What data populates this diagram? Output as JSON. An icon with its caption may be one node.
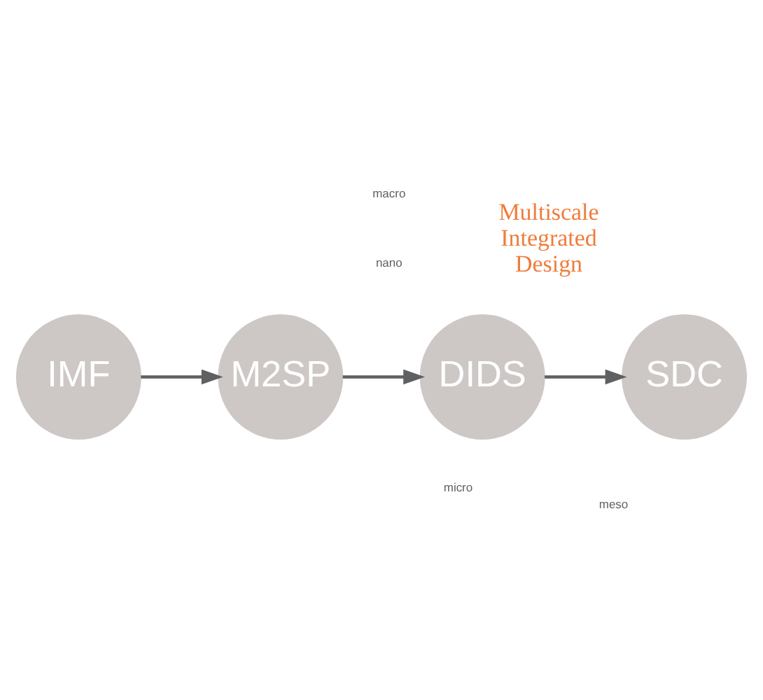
{
  "diagram": {
    "nodes": [
      {
        "text": [
          "IMF"
        ]
      },
      {
        "text": [
          "M2SP"
        ]
      },
      {
        "text": [
          "DIDS"
        ]
      },
      {
        "text": [
          "SDC"
        ]
      }
    ],
    "edges": [
      {
        "from": 0,
        "to": 1,
        "arrow": "to"
      },
      {
        "from": 1,
        "to": 2,
        "arrow": "to"
      },
      {
        "from": 2,
        "to": 3,
        "arrow": "to"
      }
    ],
    "labels": [
      "nano",
      "micro",
      "meso",
      "macro",
      "Multiscale Integrated Design"
    ]
  }
}
